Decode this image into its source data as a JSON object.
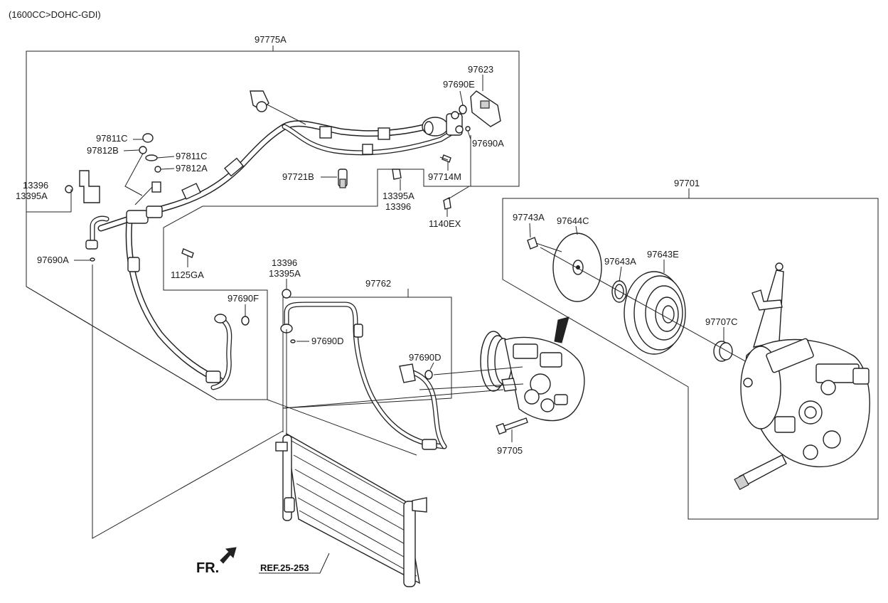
{
  "header": {
    "engine_spec": "(1600CC>DOHC-GDI)"
  },
  "labels": {
    "l97775A": "97775A",
    "l97623": "97623",
    "l97690E": "97690E",
    "l97690A_top": "97690A",
    "l97811C_a": "97811C",
    "l97812B": "97812B",
    "l97811C_b": "97811C",
    "l97812A": "97812A",
    "l97721B": "97721B",
    "l97714M": "97714M",
    "l13396_left": "13396",
    "l13395A_left": "13395A",
    "l13395A_mid": "13395A",
    "l13396_mid": "13396",
    "l1140EX": "1140EX",
    "l97701": "97701",
    "l97743A": "97743A",
    "l97644C": "97644C",
    "l97643A": "97643A",
    "l97643E": "97643E",
    "l97707C": "97707C",
    "l97690A_left": "97690A",
    "l1125GA": "1125GA",
    "l13396_low": "13396",
    "l13395A_low": "13395A",
    "l97762": "97762",
    "l97690F": "97690F",
    "l97690D_a": "97690D",
    "l97690D_b": "97690D",
    "l97705": "97705"
  },
  "footer": {
    "fr_label": "FR.",
    "ref_label": "REF.25-253"
  },
  "colors": {
    "line": "#222222",
    "background": "#ffffff"
  }
}
